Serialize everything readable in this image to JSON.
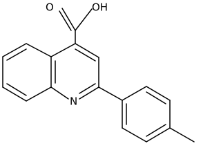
{
  "molecule": {
    "atom_labels": {
      "oxygen": "O",
      "hydroxyl": "OH",
      "nitrogen": "N"
    },
    "colors": {
      "line": "#000000",
      "background": "#ffffff"
    }
  }
}
